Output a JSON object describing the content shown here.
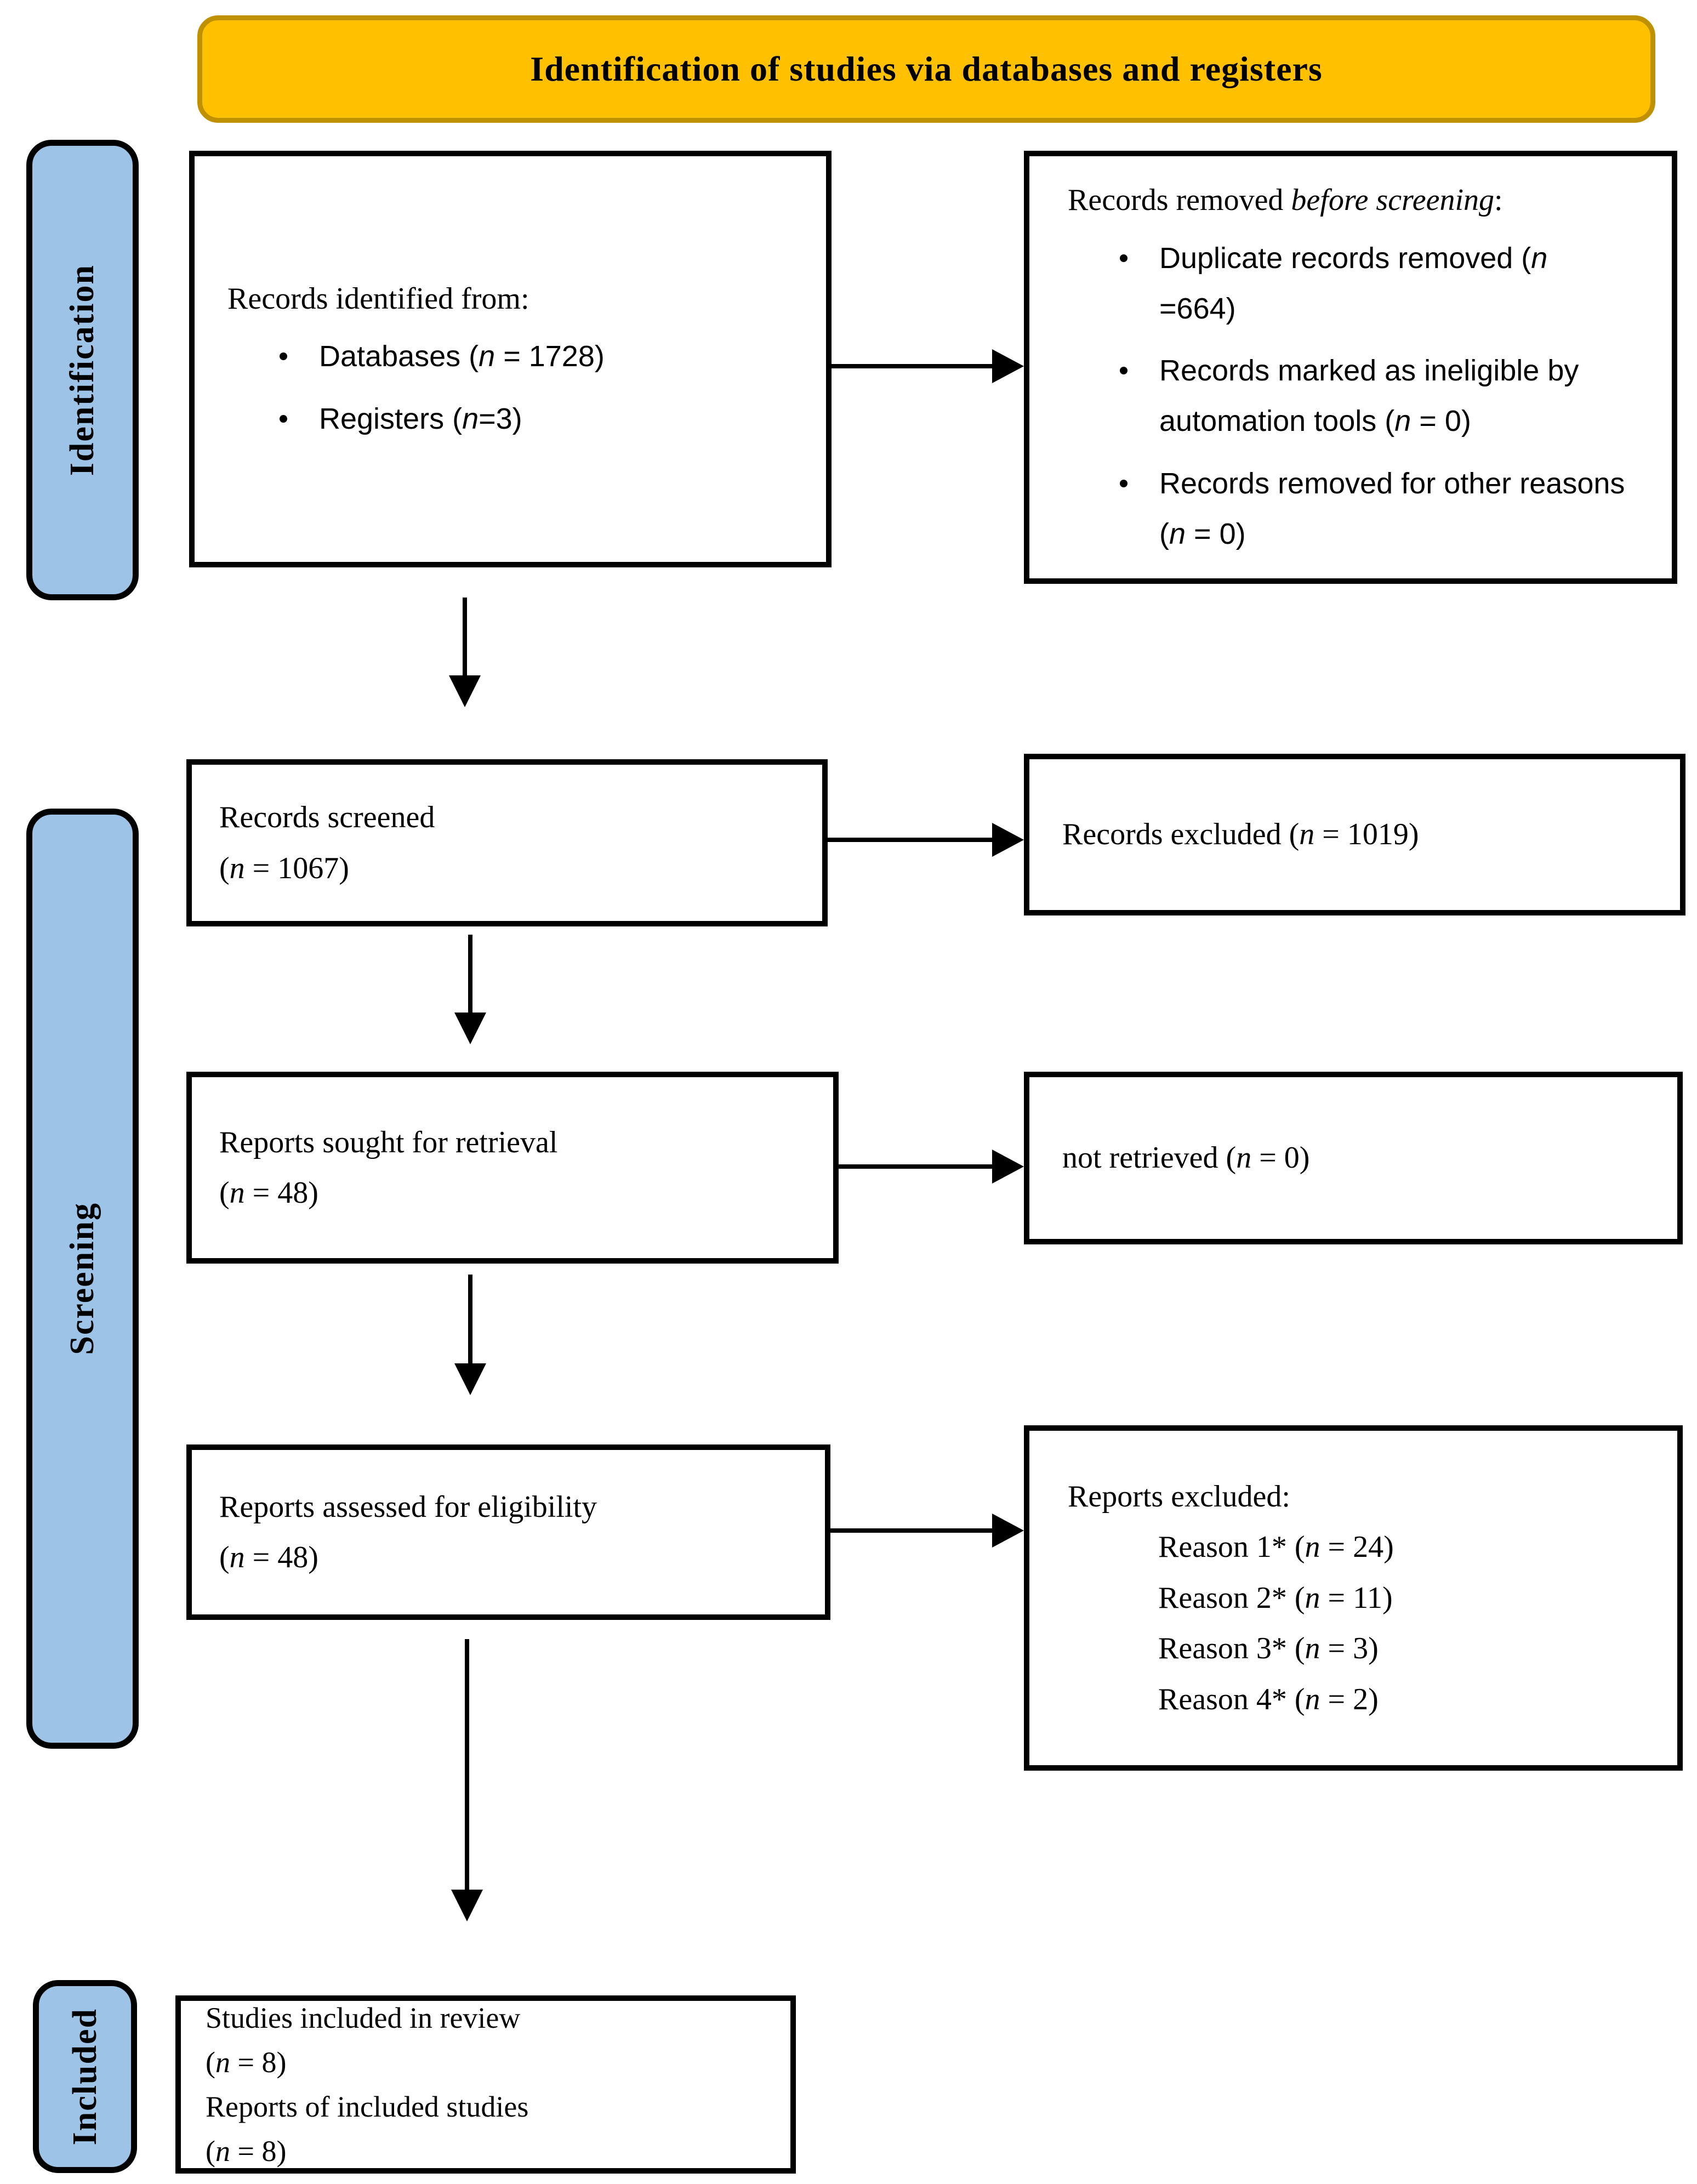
{
  "colors": {
    "header_fill": "#FFC000",
    "header_border": "#BF9000",
    "stage_fill": "#9DC3E6",
    "line_color": "#000000"
  },
  "header": {
    "title": "Identification of studies via databases and registers"
  },
  "stages": {
    "identification": "Identification",
    "screening": "Screening",
    "included": "Included"
  },
  "boxes": {
    "identified": {
      "heading": "Records identified from:",
      "bullets": [
        "Databases (n = 1728)",
        "Registers (n=3)"
      ]
    },
    "removed": {
      "heading_prefix": "Records removed ",
      "heading_italic": "before screening",
      "heading_suffix": ":",
      "bullets": [
        "Duplicate records removed (n =664)",
        "Records marked as ineligible by automation tools (n = 0)",
        "Records removed for other reasons (n = 0)"
      ]
    },
    "screened": {
      "line1": "Records screened",
      "line2": "(n = 1067)"
    },
    "records_excluded": {
      "text": "Records excluded (n = 1019)"
    },
    "sought": {
      "line1": "Reports sought for retrieval",
      "line2": "(n = 48)"
    },
    "not_retrieved": {
      "text": "not retrieved (n = 0)"
    },
    "assessed": {
      "line1": "Reports assessed for eligibility",
      "line2": "(n = 48)"
    },
    "reports_excluded": {
      "heading": "Reports excluded:",
      "reasons": [
        "Reason 1* (n = 24)",
        "Reason 2* (n = 11)",
        "Reason 3* (n = 3)",
        "Reason 4* (n = 2)"
      ]
    },
    "included": {
      "lines": [
        "Studies included in review",
        "(n = 8)",
        "Reports of included studies",
        "(n = 8)"
      ]
    }
  }
}
